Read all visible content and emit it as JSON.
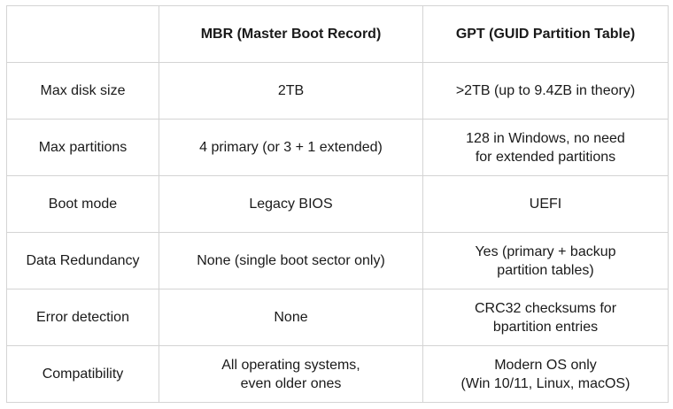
{
  "table": {
    "headers": [
      "",
      "MBR (Master Boot Record)",
      "GPT (GUID Partition Table)"
    ],
    "rows": [
      [
        "Max disk size",
        "2TB",
        ">2TB (up to 9.4ZB in theory)"
      ],
      [
        "Max partitions",
        "4 primary (or 3 + 1 extended)",
        "128 in Windows, no need\nfor extended partitions"
      ],
      [
        "Boot mode",
        "Legacy BIOS",
        "UEFI"
      ],
      [
        "Data Redundancy",
        "None (single boot sector only)",
        "Yes (primary + backup\npartition tables)"
      ],
      [
        "Error detection",
        "None",
        "CRC32 checksums for\nbpartition entries"
      ],
      [
        "Compatibility",
        "All operating systems,\neven older ones",
        "Modern OS only\n(Win 10/11, Linux, macOS)"
      ]
    ]
  }
}
